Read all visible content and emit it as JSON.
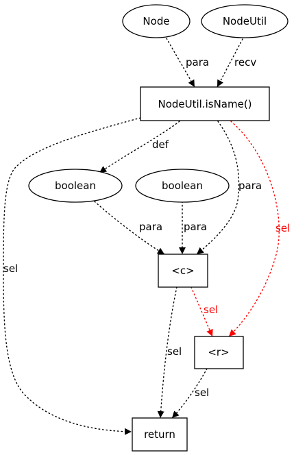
{
  "colors": {
    "black": "#000000",
    "red": "#ff0000"
  },
  "nodes": {
    "node": {
      "label": "Node",
      "shape": "ellipse"
    },
    "nodeutil": {
      "label": "NodeUtil",
      "shape": "ellipse"
    },
    "isname": {
      "label": "NodeUtil.isName()",
      "shape": "box"
    },
    "boolean1": {
      "label": "boolean",
      "shape": "ellipse"
    },
    "boolean2": {
      "label": "boolean",
      "shape": "ellipse"
    },
    "c": {
      "label": "<c>",
      "shape": "box"
    },
    "r": {
      "label": "<r>",
      "shape": "box"
    },
    "ret": {
      "label": "return",
      "shape": "box"
    }
  },
  "edges": {
    "node_isname": {
      "from": "Node",
      "to": "NodeUtil.isName()",
      "label": "para",
      "color": "black"
    },
    "nodeutil_isname": {
      "from": "NodeUtil",
      "to": "NodeUtil.isName()",
      "label": "recv",
      "color": "black"
    },
    "isname_boolean1": {
      "from": "NodeUtil.isName()",
      "to": "boolean",
      "label": "def",
      "color": "black"
    },
    "isname_c": {
      "from": "NodeUtil.isName()",
      "to": "<c>",
      "label": "para",
      "color": "black"
    },
    "isname_r": {
      "from": "NodeUtil.isName()",
      "to": "<r>",
      "label": "sel",
      "color": "red"
    },
    "isname_return": {
      "from": "NodeUtil.isName()",
      "to": "return",
      "label": "sel",
      "color": "black"
    },
    "boolean1_c": {
      "from": "boolean",
      "to": "<c>",
      "label": "para",
      "color": "black"
    },
    "boolean2_c": {
      "from": "boolean",
      "to": "<c>",
      "label": "para",
      "color": "black"
    },
    "c_r": {
      "from": "<c>",
      "to": "<r>",
      "label": "sel",
      "color": "red"
    },
    "c_return": {
      "from": "<c>",
      "to": "return",
      "label": "sel",
      "color": "black"
    },
    "r_return": {
      "from": "<r>",
      "to": "return",
      "label": "sel",
      "color": "black"
    }
  }
}
